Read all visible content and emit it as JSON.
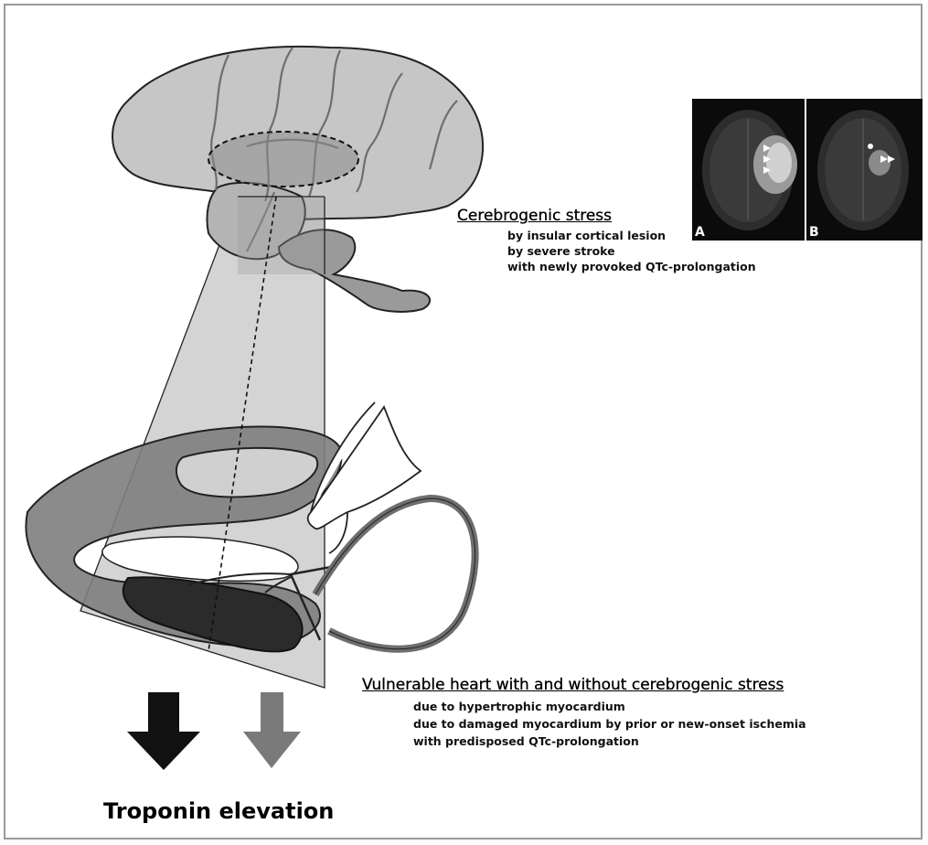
{
  "cerebrogenic": {
    "heading": "Cerebrogenic stress",
    "lines": [
      "by insular cortical lesion",
      "by severe stroke",
      "with newly provoked QTc-prolongation"
    ]
  },
  "mri": {
    "panel_a_label": "A",
    "panel_b_label": "B"
  },
  "vulnerable": {
    "heading": "Vulnerable heart with and without cerebrogenic stress",
    "lines": [
      "due to hypertrophic myocardium",
      "due to damaged myocardium by prior or new-onset ischemia",
      "with predisposed QTc-prolongation"
    ]
  },
  "outcome": "Troponin elevation",
  "colors": {
    "brain_fill": "#c6c6c6",
    "beam_fill": "#cdcdcd",
    "myocardium": "#7e7e7e",
    "lesion": "#2b2b2b",
    "black_arrow": "#111111",
    "gray_arrow": "#7a7a7a"
  }
}
